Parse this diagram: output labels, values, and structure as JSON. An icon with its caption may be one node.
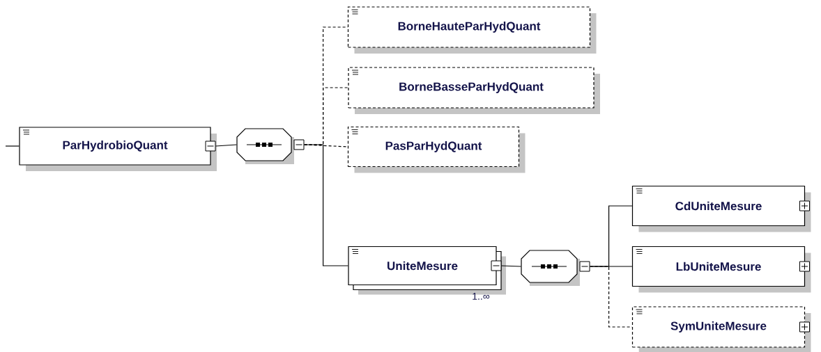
{
  "diagram": {
    "nodes": [
      {
        "text": [
          "ParHydrobioQuant"
        ]
      },
      {
        "text": [],
        "shape": "octagon"
      },
      {
        "text": [
          "BorneHauteParHydQuant"
        ]
      },
      {
        "text": [
          "BorneBasseParHydQuant"
        ]
      },
      {
        "text": [
          "PasParHydQuant"
        ]
      },
      {
        "text": [
          "UniteMesure"
        ],
        "beside": [
          "1..∞"
        ]
      },
      {
        "text": [],
        "shape": "octagon"
      },
      {
        "text": [
          "CdUniteMesure"
        ]
      },
      {
        "text": [
          "LbUniteMesure"
        ]
      },
      {
        "text": [
          "SymUniteMesure"
        ]
      }
    ],
    "edges": [
      {
        "from": null,
        "to": 0,
        "arrow": "none"
      },
      {
        "from": 0,
        "to": 1,
        "arrow": "none"
      },
      {
        "from": 1,
        "to": 2,
        "arrow": "none",
        "style": "dashed"
      },
      {
        "from": 1,
        "to": 3,
        "arrow": "none",
        "style": "dashed"
      },
      {
        "from": 1,
        "to": 4,
        "arrow": "none",
        "style": "dashed"
      },
      {
        "from": 1,
        "to": 5,
        "arrow": "none"
      },
      {
        "from": 5,
        "to": 6,
        "arrow": "none"
      },
      {
        "from": 6,
        "to": 7,
        "arrow": "none"
      },
      {
        "from": 6,
        "to": 8,
        "arrow": "none"
      },
      {
        "from": 6,
        "to": 9,
        "arrow": "none",
        "style": "dashed"
      }
    ]
  }
}
